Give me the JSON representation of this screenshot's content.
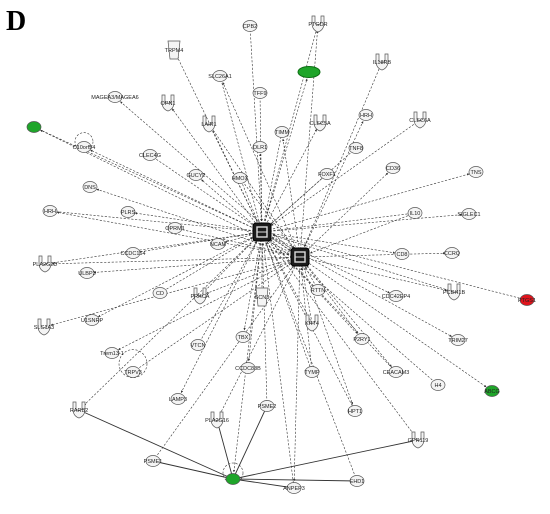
{
  "figure": {
    "panel_label": "D"
  },
  "legend_colors": {
    "white": "#f4f4f4",
    "green": "#1fa52a",
    "red": "#e0141c",
    "edge": "#333333",
    "hub": "#1b1b1b"
  },
  "hubs": [
    {
      "id": "hub1",
      "label": ""
    },
    {
      "id": "hub2",
      "label": ""
    }
  ],
  "nodes": [
    {
      "id": "CPB2",
      "label": "CPB2",
      "shape": "ellipse",
      "color": "white"
    },
    {
      "id": "PTGDR",
      "label": "PTGDR",
      "shape": "receptor",
      "color": "white"
    },
    {
      "id": "TRPM4",
      "label": "TRPM4",
      "shape": "channel",
      "color": "white"
    },
    {
      "id": "IL18RB",
      "label": "IL18RB",
      "shape": "receptor",
      "color": "white"
    },
    {
      "id": "GREEN_TOP",
      "label": "",
      "shape": "eye",
      "color": "green"
    },
    {
      "id": "SLC26A1",
      "label": "SLC26A1",
      "shape": "ellipse",
      "color": "white"
    },
    {
      "id": "TFF9",
      "label": "TFF9",
      "shape": "ellipse",
      "color": "white"
    },
    {
      "id": "MAGEA3",
      "label": "MAGEA3/MAGEA6",
      "shape": "ellipse",
      "color": "white"
    },
    {
      "id": "OPN1",
      "label": "OPN1",
      "shape": "receptor",
      "color": "white"
    },
    {
      "id": "LAIR1",
      "label": "LAIR1",
      "shape": "receptor",
      "color": "white"
    },
    {
      "id": "CLEC5A",
      "label": "CLEC5A",
      "shape": "receptor",
      "color": "white"
    },
    {
      "id": "HRH",
      "label": "HRH",
      "shape": "ellipse",
      "color": "white"
    },
    {
      "id": "CLEC6A",
      "label": "CLEC6A",
      "shape": "receptor",
      "color": "white"
    },
    {
      "id": "GREEN_LEFT",
      "label": "",
      "shape": "ellipse",
      "color": "green"
    },
    {
      "id": "C10orf54",
      "label": "C10orf54",
      "shape": "ellipse",
      "color": "white"
    },
    {
      "id": "CLEC4G",
      "label": "CLEC4G",
      "shape": "ellipse",
      "color": "white"
    },
    {
      "id": "OLR1",
      "label": "OLR1",
      "shape": "ellipse",
      "color": "white"
    },
    {
      "id": "TIMM",
      "label": "TIMM",
      "shape": "ellipse",
      "color": "white"
    },
    {
      "id": "TNF8",
      "label": "TNF8",
      "shape": "ellipse",
      "color": "white"
    },
    {
      "id": "CD36",
      "label": "CD36",
      "shape": "ellipse",
      "color": "white"
    },
    {
      "id": "GUCY2",
      "label": "GUCY2",
      "shape": "ellipse",
      "color": "white"
    },
    {
      "id": "HMOX",
      "label": "HMOX",
      "shape": "ellipse",
      "color": "white"
    },
    {
      "id": "TNS",
      "label": "TNS",
      "shape": "ellipse",
      "color": "white"
    },
    {
      "id": "DNS",
      "label": "DNS",
      "shape": "ellipse",
      "color": "white"
    },
    {
      "id": "FOXF1",
      "label": "FOXF1",
      "shape": "ellipse",
      "color": "white"
    },
    {
      "id": "HRH2",
      "label": "HRH",
      "shape": "ellipse",
      "color": "white"
    },
    {
      "id": "PLRS",
      "label": "PLRS",
      "shape": "ellipse",
      "color": "white"
    },
    {
      "id": "OPRM1",
      "label": "OPRM1",
      "shape": "ellipse",
      "color": "white"
    },
    {
      "id": "SIGLEC1",
      "label": "SIGLEC1",
      "shape": "ellipse",
      "color": "white"
    },
    {
      "id": "PLA2G2",
      "label": "PLA2G2D",
      "shape": "receptor",
      "color": "white"
    },
    {
      "id": "CCDC154",
      "label": "CCDC154",
      "shape": "ellipse",
      "color": "white"
    },
    {
      "id": "ULBP3",
      "label": "ULBP3",
      "shape": "ellipse",
      "color": "white"
    },
    {
      "id": "NCAM",
      "label": "NCAM",
      "shape": "ellipse",
      "color": "white"
    },
    {
      "id": "IL10",
      "label": "IL10",
      "shape": "ellipse",
      "color": "white"
    },
    {
      "id": "CD8",
      "label": "CD8",
      "shape": "ellipse",
      "color": "white"
    },
    {
      "id": "CCRQ",
      "label": "CCRQ",
      "shape": "ellipse",
      "color": "white"
    },
    {
      "id": "CD",
      "label": "CD",
      "shape": "ellipse",
      "color": "white"
    },
    {
      "id": "PRKCA",
      "label": "PRKCA",
      "shape": "receptor",
      "color": "white"
    },
    {
      "id": "SCN3",
      "label": "SCN3",
      "shape": "channel",
      "color": "white"
    },
    {
      "id": "RTTN",
      "label": "RTTN",
      "shape": "ellipse",
      "color": "white"
    },
    {
      "id": "CDC42EP4",
      "label": "CDC42EP4",
      "shape": "ellipse",
      "color": "white"
    },
    {
      "id": "PCDH1B",
      "label": "PCDH1B",
      "shape": "receptor",
      "color": "white"
    },
    {
      "id": "RED",
      "label": "PTGS1",
      "shape": "ellipse",
      "color": "red"
    },
    {
      "id": "SLC1A3",
      "label": "SLC1A3",
      "shape": "receptor",
      "color": "white"
    },
    {
      "id": "U1SNRP",
      "label": "U1SNRP",
      "shape": "ellipse",
      "color": "white"
    },
    {
      "id": "KRT4",
      "label": "KRT4",
      "shape": "receptor",
      "color": "white"
    },
    {
      "id": "TRIM27",
      "label": "TRIM27",
      "shape": "ellipse",
      "color": "white"
    },
    {
      "id": "TREM13",
      "label": "Trem13-1",
      "shape": "ellipse",
      "color": "white"
    },
    {
      "id": "VTCN",
      "label": "VTCN",
      "shape": "ellipse",
      "color": "white"
    },
    {
      "id": "P2RY1",
      "label": "P2RY1",
      "shape": "ellipse",
      "color": "white"
    },
    {
      "id": "TBX",
      "label": "TBX",
      "shape": "ellipse",
      "color": "white"
    },
    {
      "id": "TRPV3",
      "label": "TRPV3",
      "shape": "ellipse",
      "color": "white"
    },
    {
      "id": "CCDC88B",
      "label": "CCDC88B",
      "shape": "ellipse",
      "color": "white"
    },
    {
      "id": "CEACAM3",
      "label": "CEACAM3",
      "shape": "ellipse",
      "color": "white"
    },
    {
      "id": "H4",
      "label": "H4",
      "shape": "ellipse",
      "color": "white"
    },
    {
      "id": "GREEN_RIGHT",
      "label": "ABCG",
      "shape": "ellipse",
      "color": "green"
    },
    {
      "id": "LAMP3",
      "label": "LAMP3",
      "shape": "ellipse",
      "color": "white"
    },
    {
      "id": "TYMP",
      "label": "TYMP",
      "shape": "ellipse",
      "color": "white"
    },
    {
      "id": "RARB2",
      "label": "RARB2",
      "shape": "receptor",
      "color": "white"
    },
    {
      "id": "PLA2G16",
      "label": "PLA2G16",
      "shape": "receptor",
      "color": "white"
    },
    {
      "id": "PSME2",
      "label": "PSME2",
      "shape": "ellipse",
      "color": "white"
    },
    {
      "id": "HPT1",
      "label": "HPT1",
      "shape": "ellipse",
      "color": "white"
    },
    {
      "id": "GPR119",
      "label": "GPR119",
      "shape": "receptor",
      "color": "white"
    },
    {
      "id": "PSME1",
      "label": "PSME1",
      "shape": "ellipse",
      "color": "white"
    },
    {
      "id": "GREEN_BOTTOM",
      "label": "",
      "shape": "ellipse",
      "color": "green"
    },
    {
      "id": "ANPEP3",
      "label": "ANPEP3",
      "shape": "ellipse",
      "color": "white"
    },
    {
      "id": "EHD1",
      "label": "EHD1",
      "shape": "ellipse",
      "color": "white"
    }
  ]
}
